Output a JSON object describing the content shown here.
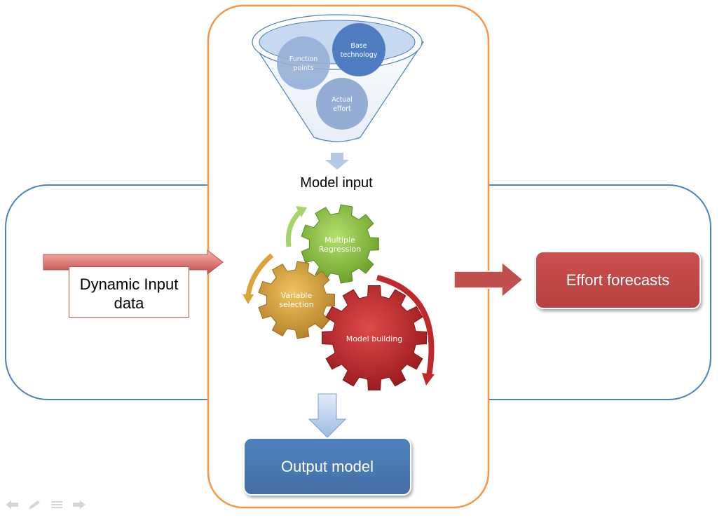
{
  "funnel": {
    "circles": [
      {
        "id": "function-points",
        "lines": [
          "Function",
          "points"
        ]
      },
      {
        "id": "base-technology",
        "lines": [
          "Base",
          "technology"
        ]
      },
      {
        "id": "actual-effort",
        "lines": [
          "Actual",
          "effort"
        ]
      }
    ]
  },
  "model_input_label": "Model input",
  "gears": [
    {
      "id": "multiple-regression",
      "lines": [
        "Multiple",
        "Regression"
      ]
    },
    {
      "id": "variable-selection",
      "lines": [
        "Variable",
        "selection"
      ]
    },
    {
      "id": "model-building",
      "lines": [
        "Model building"
      ]
    }
  ],
  "dynamic_input": {
    "line1": "Dynamic Input",
    "line2": "data"
  },
  "effort_forecasts": "Effort forecasts",
  "output_model": "Output model",
  "colors": {
    "container_outline": "#f79646",
    "loop_outline": "#4f81bd",
    "red_box": "#c0504d",
    "blue_box": "#4f81bd",
    "gear_green": "#8dc63f",
    "gear_gold": "#d9a53b",
    "gear_red": "#c0282d"
  },
  "nav_icons": [
    "prev-arrow-icon",
    "pen-icon",
    "menu-icon",
    "next-arrow-icon"
  ]
}
